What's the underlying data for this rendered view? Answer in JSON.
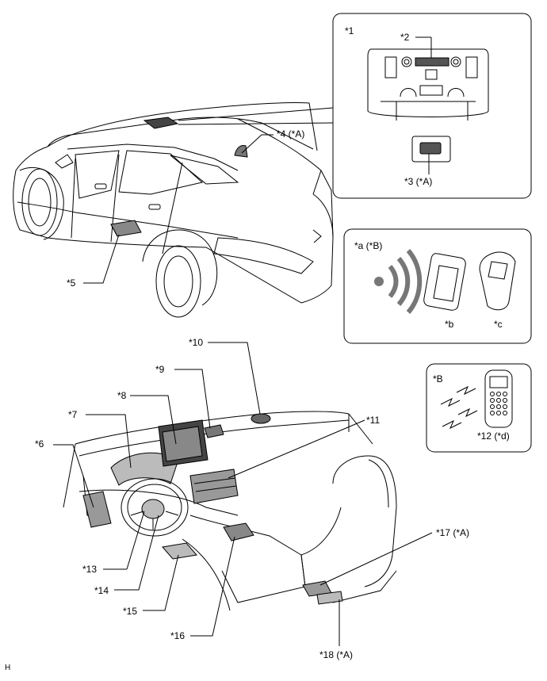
{
  "labels": {
    "l1": "*1",
    "l2": "*2",
    "l3": "*3 (*A)",
    "l4": "*4 (*A)",
    "l5": "*5",
    "l6": "*6",
    "l7": "*7",
    "l8": "*8",
    "l9": "*9",
    "l10": "*10",
    "l11": "*11",
    "l12": "*12 (*d)",
    "l13": "*13",
    "l14": "*14",
    "l15": "*15",
    "l16": "*16",
    "l17": "*17 (*A)",
    "l18": "*18 (*A)",
    "la": "*a (*B)",
    "lb": "*b",
    "lc": "*c",
    "lB": "*B",
    "corner": "H"
  }
}
